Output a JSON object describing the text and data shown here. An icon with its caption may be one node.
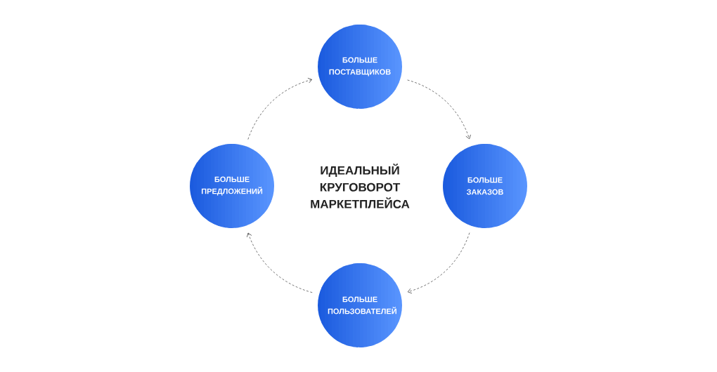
{
  "diagram": {
    "title": "ИДЕАЛЬНЫЙ КРУГОВОРОТ МАРКЕТПЛЕЙСА",
    "nodes": [
      {
        "text": [
          "БОЛЬШЕ ПОСТАВЩИКОВ"
        ]
      },
      {
        "text": [
          "БОЛЬШЕ ЗАКАЗОВ"
        ]
      },
      {
        "text": [
          "БОЛЬШЕ ПОЛЬЗОВАТЕЛЕЙ"
        ]
      },
      {
        "text": [
          "БОЛЬШЕ ПРЕДЛОЖЕНИЙ"
        ]
      }
    ],
    "edges": [
      {
        "from": 0,
        "to": 1,
        "arrow": "to",
        "style": "dashed"
      },
      {
        "from": 1,
        "to": 2,
        "arrow": "to",
        "style": "dashed"
      },
      {
        "from": 2,
        "to": 3,
        "arrow": "to",
        "style": "dashed"
      },
      {
        "from": 3,
        "to": 0,
        "arrow": "to",
        "style": "dashed"
      }
    ]
  }
}
